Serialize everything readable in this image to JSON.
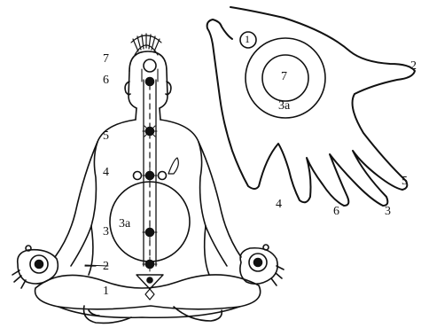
{
  "figure_left": {
    "labels": [
      "7",
      "6",
      "5",
      "4",
      "3a",
      "3",
      "2",
      "1"
    ]
  },
  "figure_right": {
    "labels": [
      "1",
      "7",
      "3a",
      "2",
      "5",
      "4",
      "6",
      "3"
    ]
  },
  "colors": {
    "ink": "#111111",
    "paper": "#ffffff"
  }
}
